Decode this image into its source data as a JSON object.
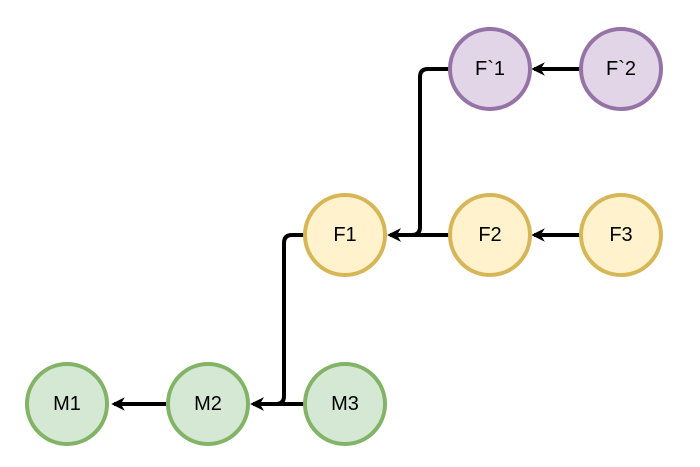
{
  "diagram": {
    "nodes": [
      {
        "id": "m1",
        "label": "M1",
        "group": "main"
      },
      {
        "id": "m2",
        "label": "M2",
        "group": "main"
      },
      {
        "id": "m3",
        "label": "M3",
        "group": "main"
      },
      {
        "id": "f1",
        "label": "F1",
        "group": "feature"
      },
      {
        "id": "f2",
        "label": "F2",
        "group": "feature"
      },
      {
        "id": "f3",
        "label": "F3",
        "group": "feature"
      },
      {
        "id": "fp1",
        "label": "F`1",
        "group": "feature-prime"
      },
      {
        "id": "fp2",
        "label": "F`2",
        "group": "feature-prime"
      }
    ],
    "edges": [
      {
        "from": "m2",
        "to": "m1"
      },
      {
        "from": "m3",
        "to": "m2"
      },
      {
        "from": "f1",
        "to": "m2"
      },
      {
        "from": "f2",
        "to": "f1"
      },
      {
        "from": "f3",
        "to": "f2"
      },
      {
        "from": "fp1",
        "to": "f1"
      },
      {
        "from": "fp2",
        "to": "fp1"
      }
    ],
    "colors": {
      "main": {
        "fill": "#d5e8d4",
        "stroke": "#82b366"
      },
      "feature": {
        "fill": "#fff2cc",
        "stroke": "#d6b656"
      },
      "feature-prime": {
        "fill": "#e1d5e7",
        "stroke": "#9673a6"
      },
      "edge": "#000000"
    }
  }
}
